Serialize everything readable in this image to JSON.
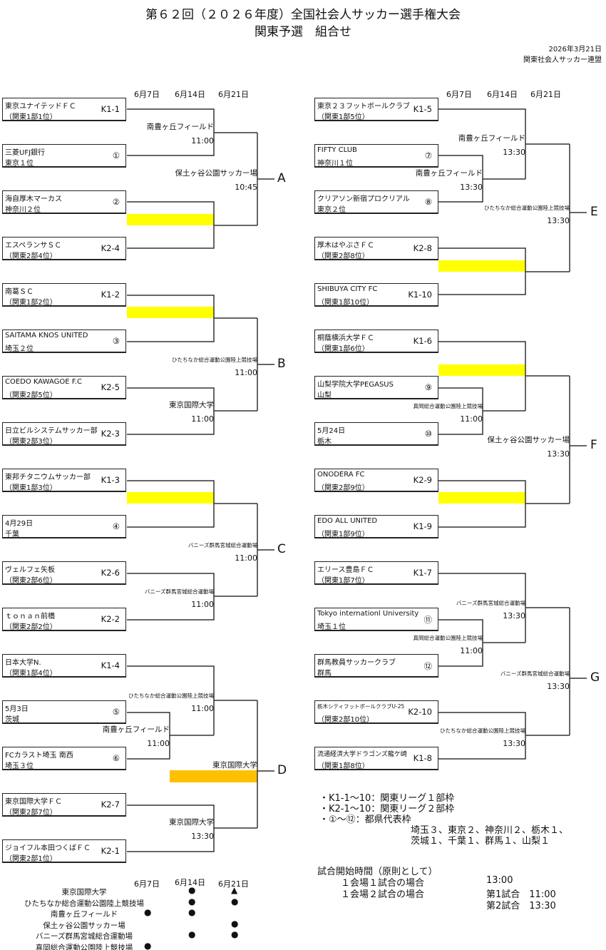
{
  "header": {
    "title": "第６２回（２０２６年度）全国社会人サッカー選手権大会",
    "subtitle": "関東予選　組合せ",
    "date": "2026年3月21日",
    "organizer": "関東社会人サッカー連盟"
  },
  "round_dates": [
    "6月7日",
    "6月14日",
    "6月21日"
  ],
  "left_teams": [
    {
      "name": "東京ユナイテッドＦＣ",
      "sub": "（関東1部1位）",
      "code": "K1-1"
    },
    {
      "name": "三菱UFJ銀行",
      "sub": "東京１位",
      "code": "①"
    },
    {
      "name": "海自厚木マーカス",
      "sub": "神奈川２位",
      "code": "②"
    },
    {
      "name": "エスペランサＳＣ",
      "sub": "（関東2部4位）",
      "code": "K2-4"
    },
    {
      "name": "南葛ＳＣ",
      "sub": "（関東1部2位）",
      "code": "K1-2"
    },
    {
      "name": "SAITAMA KNOS UNITED",
      "sub": "埼玉２位",
      "code": "③"
    },
    {
      "name": "COEDO KAWAGOE F.C",
      "sub": "（関東2部5位）",
      "code": "K2-5"
    },
    {
      "name": "日立ビルシステムサッカー部",
      "sub": "（関東2部3位）",
      "code": "K2-3"
    },
    {
      "name": "東邦チタニウムサッカー部",
      "sub": "（関東1部3位）",
      "code": "K1-3"
    },
    {
      "name": "4月29日",
      "sub": "千葉",
      "code": "④"
    },
    {
      "name": "ヴェルフェ矢板",
      "sub": "（関東2部6位）",
      "code": "K2-6"
    },
    {
      "name": "ｔｏｎａｎ前橋",
      "sub": "（関東2部2位）",
      "code": "K2-2"
    },
    {
      "name": "日本大学N.",
      "sub": "（関東1部4位）",
      "code": "K1-4"
    },
    {
      "name": "5月3日",
      "sub": "茨城",
      "code": "⑤"
    },
    {
      "name": "FCカラスト埼玉 南西",
      "sub": "埼玉３位",
      "code": "⑥"
    },
    {
      "name": "東京国際大学ＦＣ",
      "sub": "（関東2部7位）",
      "code": "K2-7"
    },
    {
      "name": "ジョイフル本田つくばＦＣ",
      "sub": "（関東2部1位）",
      "code": "K2-1"
    }
  ],
  "right_teams": [
    {
      "name": "東京２３フットボールクラブ",
      "sub": "（関東1部5位）",
      "code": "K1-5"
    },
    {
      "name": "FIFTY CLUB",
      "sub": "神奈川１位",
      "code": "⑦"
    },
    {
      "name": "クリアソン新宿プロクリアル",
      "sub": "東京２位",
      "code": "⑧"
    },
    {
      "name": "厚木はやぶさＦＣ",
      "sub": "（関東2部8位）",
      "code": "K2-8"
    },
    {
      "name": "SHIBUYA CITY FC",
      "sub": "（関東1部10位）",
      "code": "K1-10"
    },
    {
      "name": "桐蔭横浜大学ＦＣ",
      "sub": "（関東1部6位）",
      "code": "K1-6"
    },
    {
      "name": "山梨学院大学PEGASUS",
      "sub": "山梨",
      "code": "⑨"
    },
    {
      "name": "5月24日",
      "sub": "栃木",
      "code": "⑩"
    },
    {
      "name": "ONODERA FC",
      "sub": "（関東2部9位）",
      "code": "K2-9"
    },
    {
      "name": "EDO ALL UNITED",
      "sub": "（関東1部9位）",
      "code": "K1-9"
    },
    {
      "name": "エリース豊島ＦＣ",
      "sub": "（関東1部7位）",
      "code": "K1-7"
    },
    {
      "name": "Tokyo internationl University",
      "sub": "埼玉１位",
      "code": "⑪"
    },
    {
      "name": "群馬教員サッカークラブ",
      "sub": "群馬",
      "code": "⑫"
    },
    {
      "name": "栃木シティフットボールクラブU-25",
      "sub": "（関東2部10位）",
      "code": "K2-10"
    },
    {
      "name": "流通経済大学ドラゴンズ龍ケ崎",
      "sub": "（関東1部8位）",
      "code": "K1-8"
    }
  ],
  "matches": {
    "A1": {
      "venue": "南豊ヶ丘フィールド",
      "time": "11:00"
    },
    "AF": {
      "venue": "保土ヶ谷公園サッカー場",
      "time": "10:45"
    },
    "B2": {
      "venue": "東京国際大学",
      "time": "11:00"
    },
    "BF": {
      "venue": "ひたちなか総合運動公園陸上競技場",
      "time": "11:00"
    },
    "C2": {
      "venue": "バニーズ群馬宮城総合運動場",
      "time": "11:00"
    },
    "CF": {
      "venue": "バニーズ群馬宮城総合運動場",
      "time": "11:00"
    },
    "D0": {
      "venue": "南豊ヶ丘フィールド",
      "time": "11:00"
    },
    "D1": {
      "venue": "ひたちなか総合運動公園陸上競技場",
      "time": "11:00"
    },
    "D2": {
      "venue": "東京国際大学",
      "time": "13:30"
    },
    "DF": {
      "venue": "東京国際大学"
    },
    "E0": {
      "venue": "南豊ヶ丘フィールド",
      "time": "13:30"
    },
    "E1": {
      "venue": "南豊ヶ丘フィールド",
      "time": "13:30"
    },
    "EF": {
      "venue": "ひたちなか総合運動公園陸上競技場",
      "time": "13:30"
    },
    "F0": {
      "venue": "真岡総合運動公園陸上競技場",
      "time": "11:00"
    },
    "FF": {
      "venue": "保土ヶ谷公園サッカー場",
      "time": "13:30"
    },
    "G0": {
      "venue": "真岡総合運動公園陸上競技場",
      "time": "11:00"
    },
    "G1": {
      "venue": "バニーズ群馬宮城総合運動場",
      "time": "13:30"
    },
    "G2": {
      "venue": "ひたちなか総合運動公園陸上競技場",
      "time": "13:30"
    },
    "GF": {
      "venue": "バニーズ群馬宮城総合運動場",
      "time": "13:30"
    }
  },
  "groups": [
    "A",
    "B",
    "C",
    "D",
    "E",
    "F",
    "G"
  ],
  "colors": {
    "bye_highlight": "#ffff00",
    "final_highlight": "#ffc000"
  },
  "venue_table": {
    "rows": [
      {
        "venue": "東京国際大学",
        "marks": [
          "",
          "●",
          "▲"
        ]
      },
      {
        "venue": "ひたちなか総合運動公園陸上競技場",
        "marks": [
          "",
          "●",
          "●"
        ]
      },
      {
        "venue": "南豊ヶ丘フィールド",
        "marks": [
          "●",
          "●",
          ""
        ]
      },
      {
        "venue": "保土ヶ谷公園サッカー場",
        "marks": [
          "",
          "",
          "●"
        ]
      },
      {
        "venue": "バニーズ群馬宮城総合運動場",
        "marks": [
          "",
          "●",
          "●"
        ]
      },
      {
        "venue": "真岡総合運動公園陸上競技場",
        "marks": [
          "●",
          "",
          ""
        ]
      }
    ]
  },
  "notes": {
    "lines": [
      "・K1-1～10：関東リーグ１部枠",
      "・K2-1～10：関東リーグ２部枠",
      "・①～⑫：都県代表枠"
    ],
    "quota1": "埼玉３、東京２、神奈川２、栃木１、",
    "quota2": "茨城１、千葉１、群馬１、山梨１",
    "start_title": "試合開始時間（原則として）",
    "case1": "１会場１試合の場合",
    "case1_time": "13:00",
    "case2": "１会場２試合の場合",
    "case2_t1": "第1試合　11:00",
    "case2_t2": "第2試合　13:30"
  }
}
